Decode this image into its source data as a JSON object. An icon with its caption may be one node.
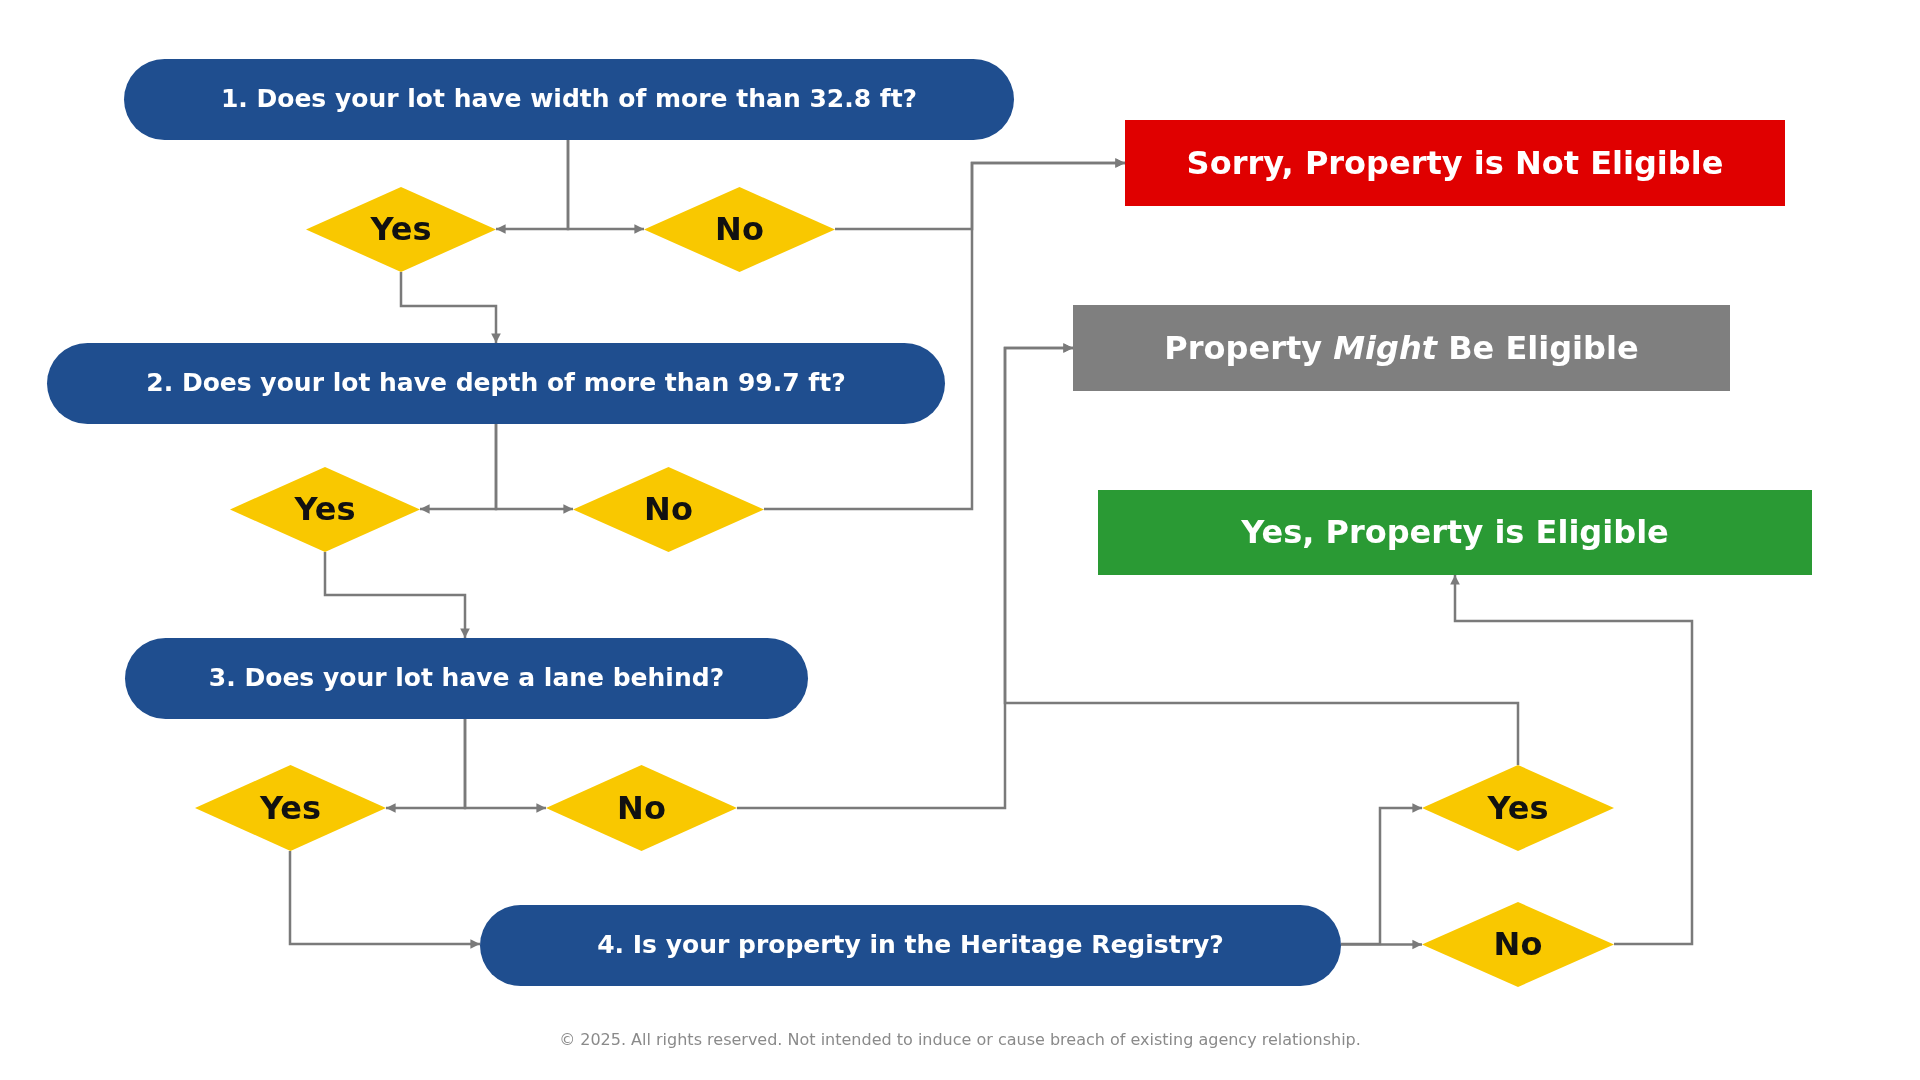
{
  "diagram": {
    "nodes": [
      {
        "text": [
          "1. Does your lot have width of more than 32.8 ft?"
        ]
      },
      {
        "text": [
          "Sorry, Property is Not Eligible"
        ]
      },
      {
        "text": [
          "Yes"
        ]
      },
      {
        "text": [
          "No"
        ]
      },
      {
        "text": [
          "Property *Might* Be Eligible"
        ]
      },
      {
        "text": [
          "2. Does your lot have depth of more than 99.7 ft?"
        ]
      },
      {
        "text": [
          "Yes"
        ]
      },
      {
        "text": [
          "No"
        ]
      },
      {
        "text": [
          "Yes, Property is Eligible"
        ]
      },
      {
        "text": [
          "3. Does your lot have a lane behind?"
        ]
      },
      {
        "text": [
          "Yes"
        ]
      },
      {
        "text": [
          "No"
        ]
      },
      {
        "text": [
          "Yes"
        ]
      },
      {
        "text": [
          "4. Is your property in the Heritage Registry?"
        ]
      },
      {
        "text": [
          "No"
        ]
      }
    ],
    "edges": [
      {
        "from": 0,
        "to": 2,
        "arrow": "to"
      },
      {
        "from": 0,
        "to": 3,
        "arrow": "to"
      },
      {
        "from": 3,
        "to": 1,
        "arrow": "to"
      },
      {
        "from": 2,
        "to": 5,
        "arrow": "to"
      },
      {
        "from": 5,
        "to": 6,
        "arrow": "to"
      },
      {
        "from": 5,
        "to": 7,
        "arrow": "to"
      },
      {
        "from": 7,
        "to": 1,
        "arrow": "to"
      },
      {
        "from": 6,
        "to": 9,
        "arrow": "to"
      },
      {
        "from": 9,
        "to": 10,
        "arrow": "to"
      },
      {
        "from": 9,
        "to": 11,
        "arrow": "to"
      },
      {
        "from": 11,
        "to": 4,
        "arrow": "to"
      },
      {
        "from": 10,
        "to": 13,
        "arrow": "to"
      },
      {
        "from": 13,
        "to": 12,
        "arrow": "to"
      },
      {
        "from": 13,
        "to": 14,
        "arrow": "to"
      },
      {
        "from": 12,
        "to": 4,
        "arrow": "to"
      },
      {
        "from": 14,
        "to": 8,
        "arrow": "to"
      }
    ],
    "labels": [
      "© 2025. All rights reserved. Not intended to induce or cause breach of existing agency relationship."
    ]
  }
}
